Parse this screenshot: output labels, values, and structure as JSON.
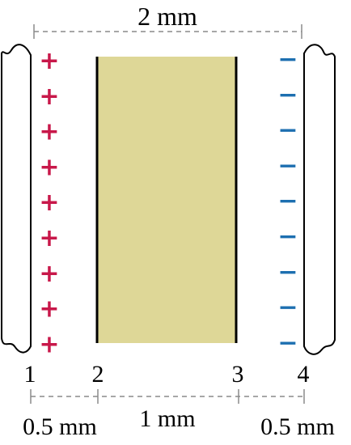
{
  "diagram": {
    "top_dimension": "2 mm",
    "bottom_dimensions": {
      "left_gap": "0.5 mm",
      "middle": "1 mm",
      "right_gap": "0.5 mm"
    },
    "position_labels": [
      "1",
      "2",
      "3",
      "4"
    ],
    "left_plate": {
      "charge_symbol": "+",
      "charge_count": 9,
      "color": "#c8184a"
    },
    "right_plate": {
      "charge_symbol": "−",
      "charge_count": 9,
      "color": "#1d6fb0"
    },
    "dielectric_color": "#ded797"
  }
}
